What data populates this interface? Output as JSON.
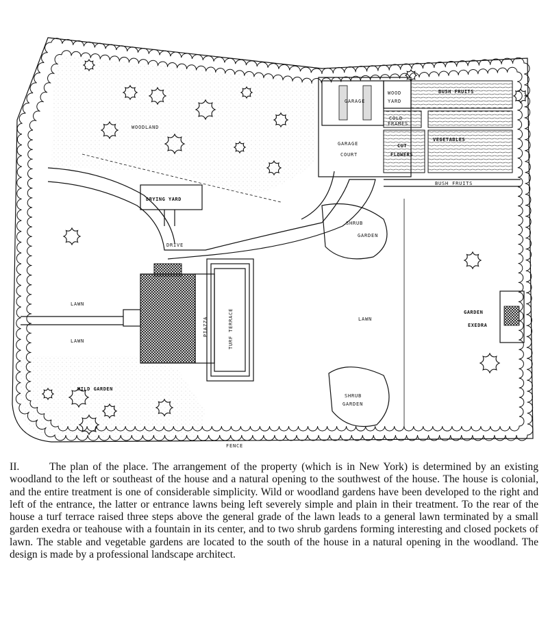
{
  "plan": {
    "labels": {
      "woodland": "WOODLAND",
      "drying_yard": "DRYING YARD",
      "garage": "GARAGE",
      "wood_yard_1": "WOOD",
      "wood_yard_2": "YARD",
      "garage_court_1": "GARAGE",
      "garage_court_2": "COURT",
      "bush_fruits_top": "BUSH FRUITS",
      "cold_frames_1": "COLD",
      "cold_frames_2": "FRAMES",
      "cut_flowers_1": "CUT",
      "cut_flowers_2": "FLOWERS",
      "vegetables": "VEGETABLES",
      "bush_fruits_bottom": "BUSH FRUITS",
      "shrub_garden_top_1": "SHRUB",
      "shrub_garden_top_2": "GARDEN",
      "drive": "DRIVE",
      "lawn_upper": "LAWN",
      "lawn_lower": "LAWN",
      "piazza": "PIAZZA",
      "turf_terrace": "TURF TERRACE",
      "lawn_main": "LAWN",
      "garden_exedra_1": "GARDEN",
      "garden_exedra_2": "EXEDRA",
      "wild_garden": "WILD GARDEN",
      "shrub_garden_bottom_1": "SHRUB",
      "shrub_garden_bottom_2": "GARDEN",
      "fence": "FENCE"
    }
  },
  "caption": {
    "number": "II.",
    "text": "The plan of the place. The arrangement of the property (which is in New York) is determined by an existing woodland to the left or southeast of the house and a natural opening to the southwest of the house. The house is colonial, and the entire treatment is one of considerable simplicity. Wild or woodland gardens have been developed to the right and left of the entrance, the latter or entrance lawns being left severely simple and plain in their treatment. To the rear of the house a turf terrace raised three steps above the general grade of the lawn leads to a general lawn terminated by a small garden exedra or teahouse with a fountain in its center, and to two shrub gardens forming interesting and closed pockets of lawn. The stable and vegetable gardens are located to the south of the house in a natural opening in the woodland. The design is made by a professional landscape architect."
  }
}
